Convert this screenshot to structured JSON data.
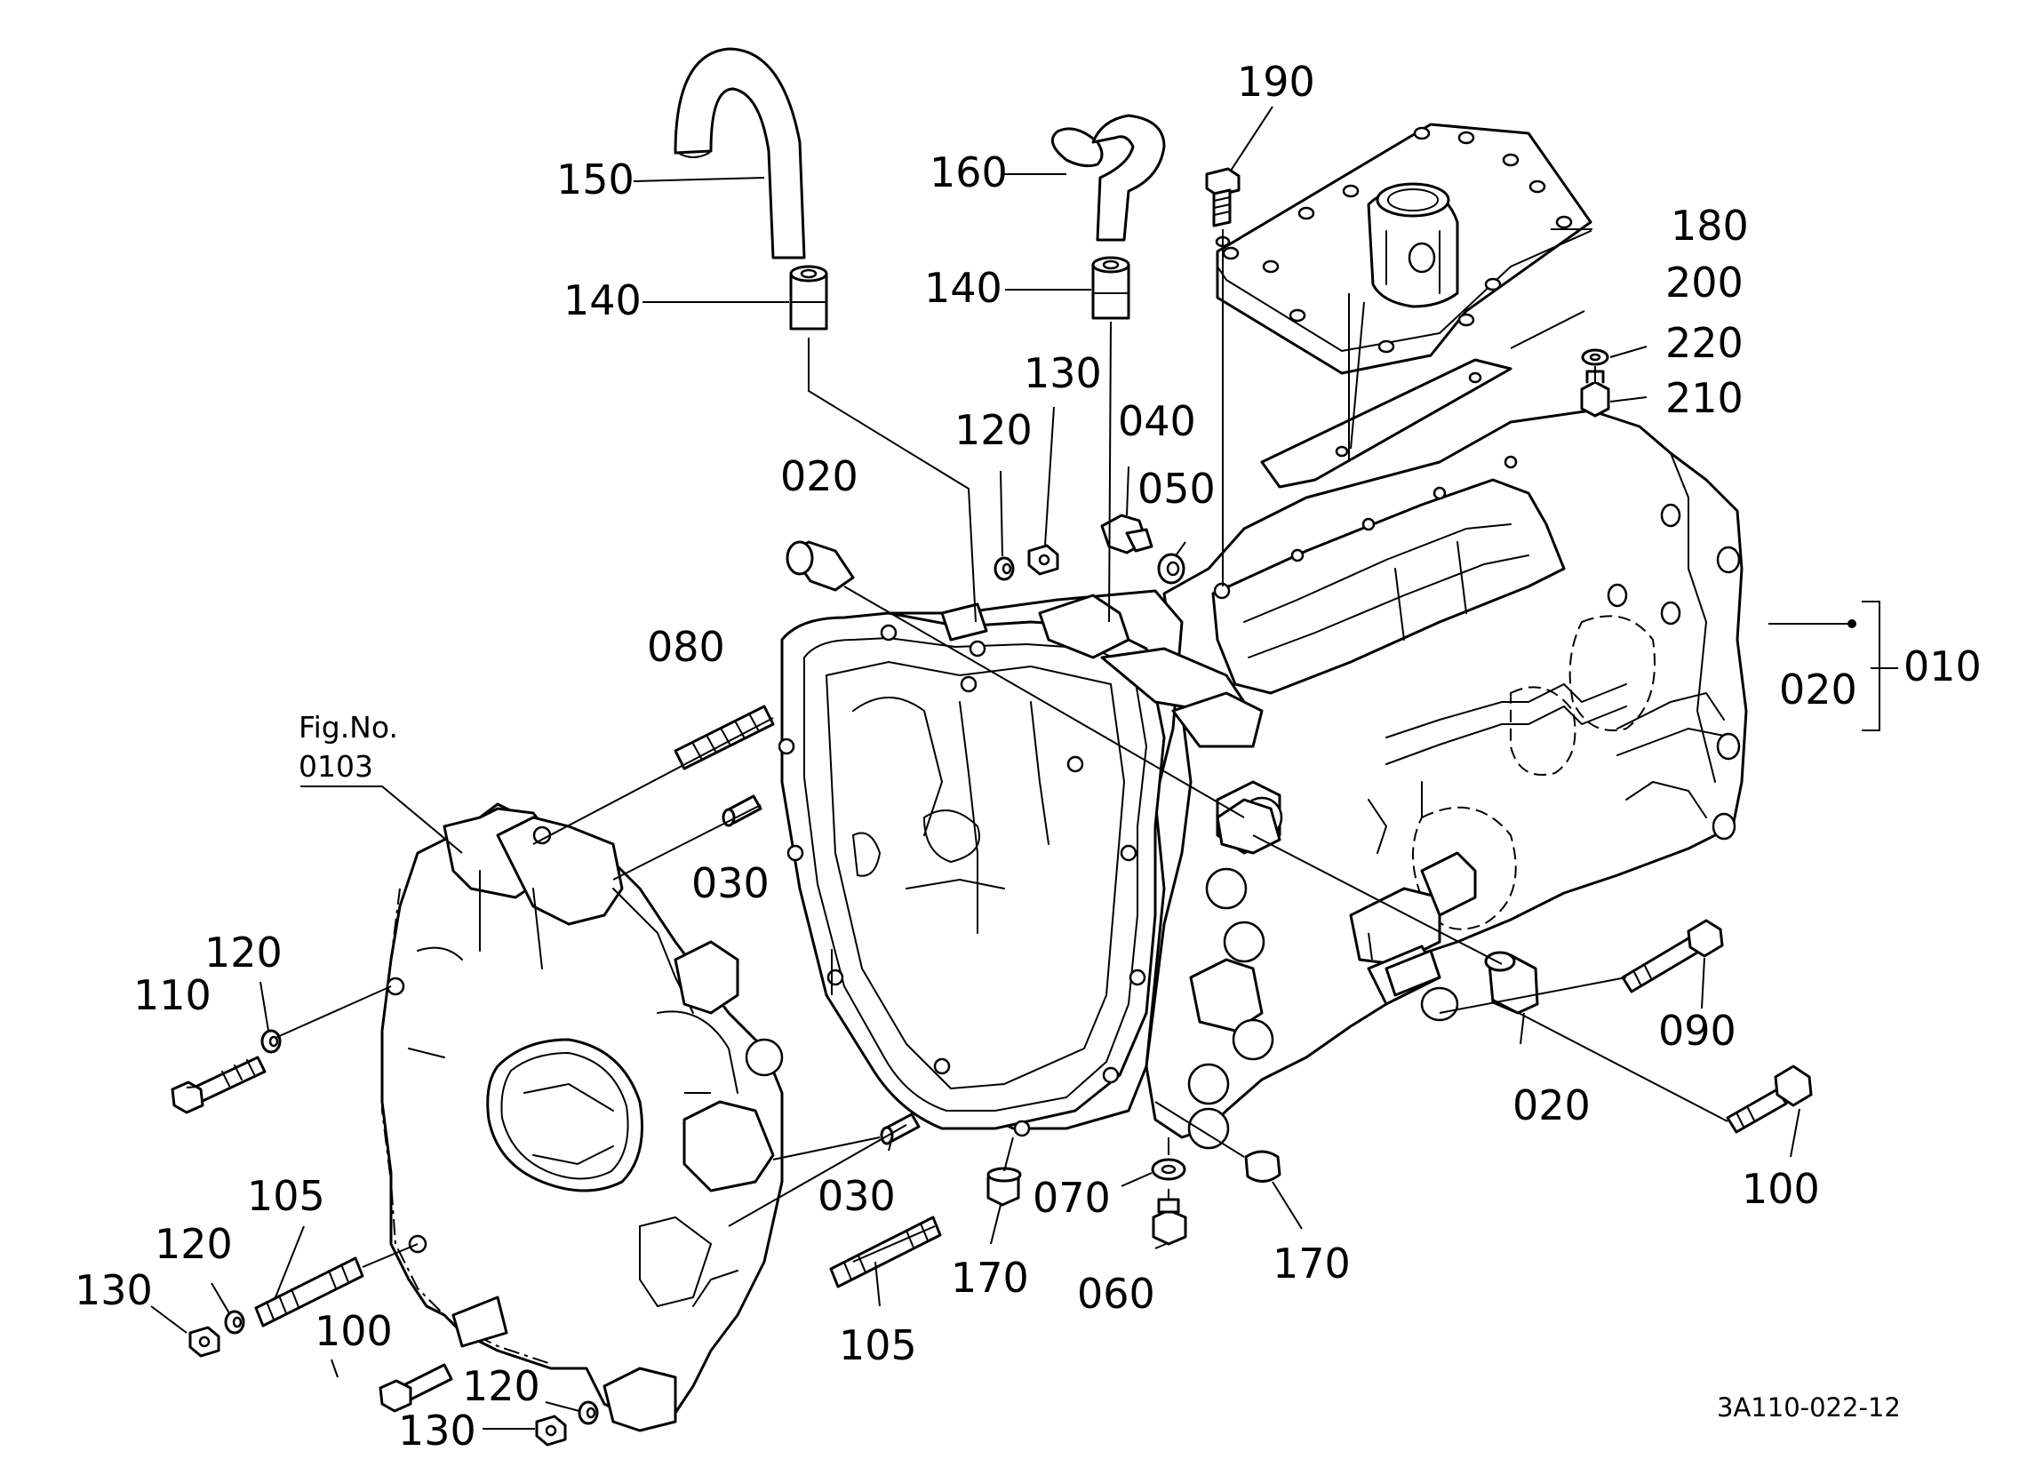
{
  "figure_ref": {
    "line1": "Fig.No.",
    "line2": "0103"
  },
  "drawing_code": "3A110-022-12",
  "callouts": {
    "c190": "190",
    "c180": "180",
    "c200": "200",
    "c220": "220",
    "c210": "210",
    "c150": "150",
    "c140a": "140",
    "c160": "160",
    "c140b": "140",
    "c130a": "130",
    "c120a": "120",
    "c040": "040",
    "c050": "050",
    "c020a": "020",
    "c080": "080",
    "c030a": "030",
    "c020b": "020",
    "c010": "010",
    "c090": "090",
    "c020c": "020",
    "c100a": "100",
    "c120b": "120",
    "c110": "110",
    "c105a": "105",
    "c120c": "120",
    "c130b": "130",
    "c100b": "100",
    "c120d": "120",
    "c130c": "130",
    "c030b": "030",
    "c105b": "105",
    "c170a": "170",
    "c070": "070",
    "c060": "060",
    "c170b": "170"
  }
}
